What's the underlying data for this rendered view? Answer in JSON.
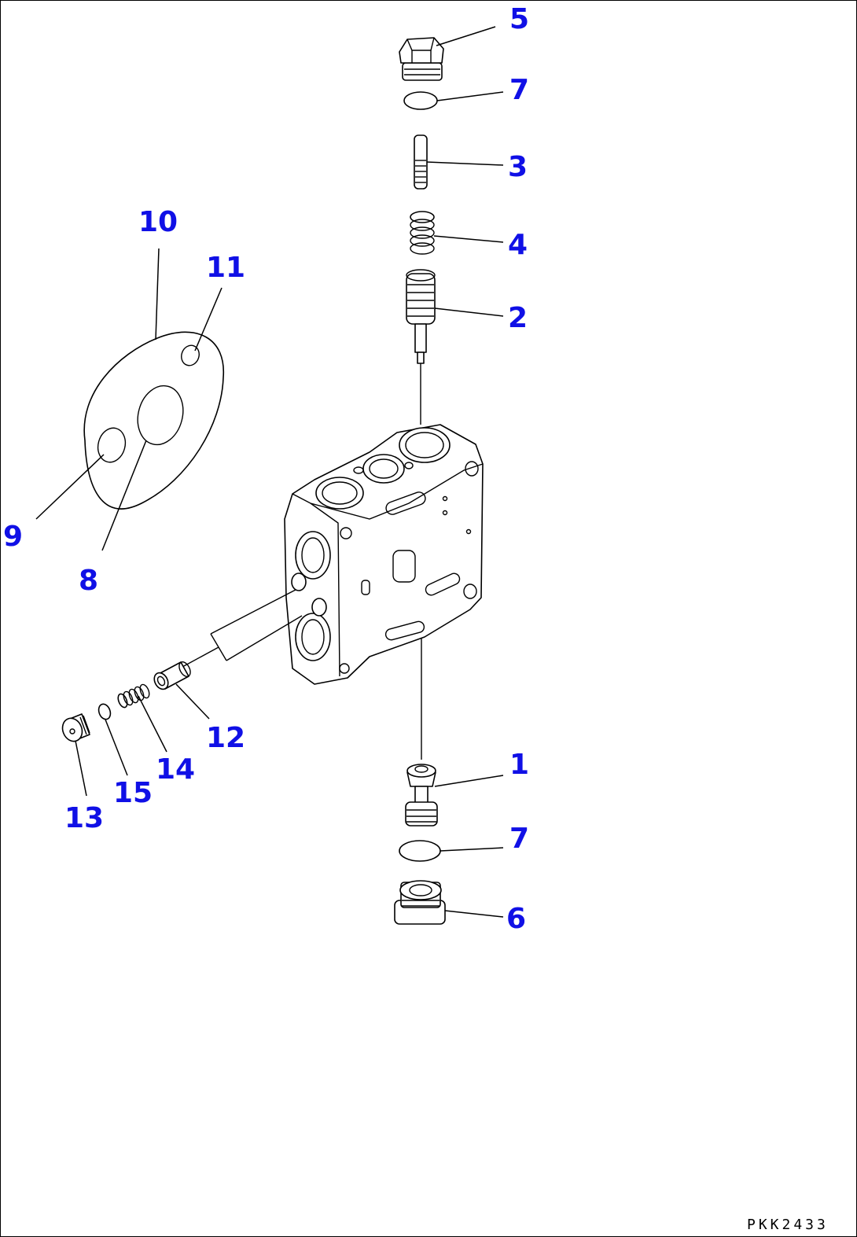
{
  "callouts": {
    "c1": "1",
    "c2": "2",
    "c3": "3",
    "c4": "4",
    "c5": "5",
    "c6": "6",
    "c7a": "7",
    "c7b": "7",
    "c8": "8",
    "c9": "9",
    "c10": "10",
    "c11": "11",
    "c12": "12",
    "c13": "13",
    "c14": "14",
    "c15": "15"
  },
  "drawing_number": "PKK2433",
  "colors": {
    "callout": "#1010e6",
    "line": "#000000"
  }
}
